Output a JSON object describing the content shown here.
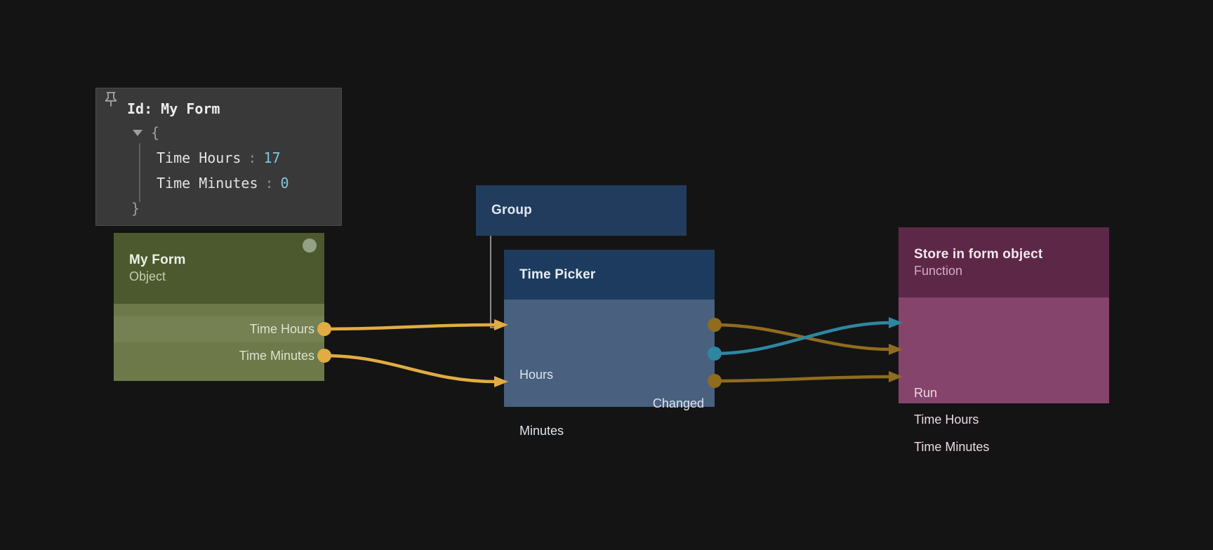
{
  "colors": {
    "background": "#141414",
    "gold_bright": "#e1ac43",
    "gold_dark": "#8f6c1e",
    "teal": "#2d87a3",
    "group_link_gray": "#8c8c8c",
    "value_cyan": "#7cc8dc",
    "my_form_header": "#4c592e",
    "my_form_body": "#6d7949",
    "group_bg": "#213c5d",
    "time_picker_header": "#1d3b5e",
    "time_picker_body": "#49607f",
    "store_header": "#5d2847",
    "store_body": "#85446b",
    "inspector_bg": "#393939",
    "status_dot": "#94a183"
  },
  "inspector": {
    "pin_icon": "pin-icon",
    "collapse_icon": "collapse-arrow-icon",
    "title": "Id: My Form",
    "open_brace": "{",
    "close_brace": "}",
    "colon": ":",
    "fields": [
      {
        "key": "Time Hours",
        "value": "17"
      },
      {
        "key": "Time Minutes",
        "value": "0"
      }
    ]
  },
  "nodes": {
    "my_form": {
      "title": "My Form",
      "subtitle": "Object",
      "outputs": [
        {
          "label": "Time Hours"
        },
        {
          "label": "Time Minutes"
        }
      ]
    },
    "group": {
      "title": "Group"
    },
    "time_picker": {
      "title": "Time Picker",
      "rows": [
        {
          "label": "Hours",
          "kind": "input-output"
        },
        {
          "label": "Changed",
          "kind": "output"
        },
        {
          "label": "Minutes",
          "kind": "input-output"
        }
      ]
    },
    "store": {
      "title": "Store in form object",
      "subtitle": "Function",
      "inputs": [
        {
          "label": "Run"
        },
        {
          "label": "Time Hours"
        },
        {
          "label": "Time Minutes"
        }
      ]
    }
  },
  "wires": [
    {
      "name": "my-form-time-hours-to-picker-hours",
      "color": "#e1ac43"
    },
    {
      "name": "my-form-time-minutes-to-picker-minutes",
      "color": "#e1ac43"
    },
    {
      "name": "picker-hours-to-store-time-hours",
      "color": "#8f6c1e"
    },
    {
      "name": "picker-changed-to-store-run",
      "color": "#2d87a3"
    },
    {
      "name": "picker-minutes-to-store-time-minutes",
      "color": "#8f6c1e"
    },
    {
      "name": "group-to-time-picker-link",
      "color": "#8c8c8c"
    }
  ]
}
